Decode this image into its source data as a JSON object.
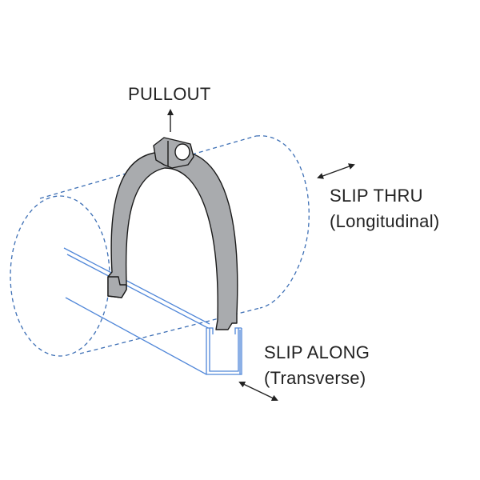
{
  "labels": {
    "pullout": "PULLOUT",
    "slip_thru": "SLIP THRU",
    "slip_thru_sub": "(Longitudinal)",
    "slip_along": "SLIP ALONG",
    "slip_along_sub": "(Transverse)"
  },
  "colors": {
    "pipe_outline": "#3d6fb5",
    "channel_outline": "#4f86d8",
    "clamp_fill": "#a9abae",
    "clamp_stroke": "#1a1a1a",
    "arrow": "#222222",
    "text": "#222222"
  }
}
